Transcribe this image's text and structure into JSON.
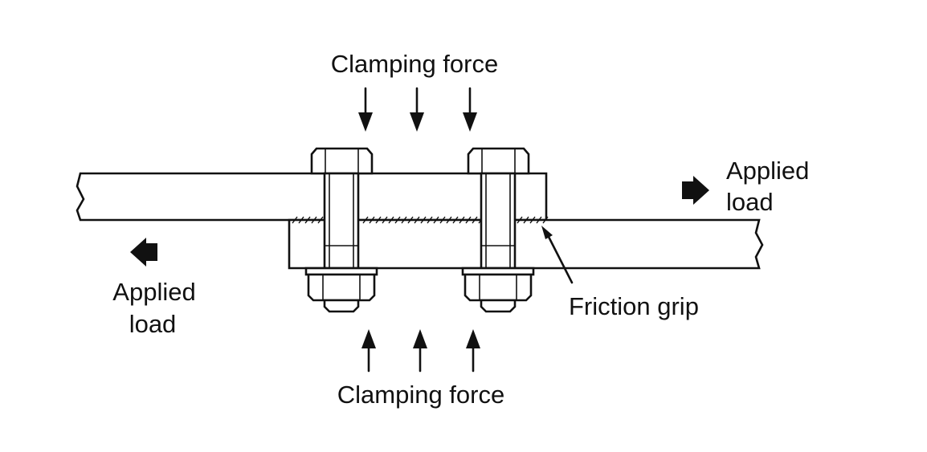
{
  "labels": {
    "clamping_force_top": "Clamping force",
    "clamping_force_bottom": "Clamping force",
    "applied_load_right_line1": "Applied",
    "applied_load_right_line2": "load",
    "applied_load_left_line1": "Applied",
    "applied_load_left_line2": "load",
    "friction_grip": "Friction grip"
  },
  "components": {
    "bolt_count": 2,
    "clamping_arrows_per_side": 3
  },
  "colors": {
    "ink": "#111111",
    "background": "#ffffff"
  }
}
